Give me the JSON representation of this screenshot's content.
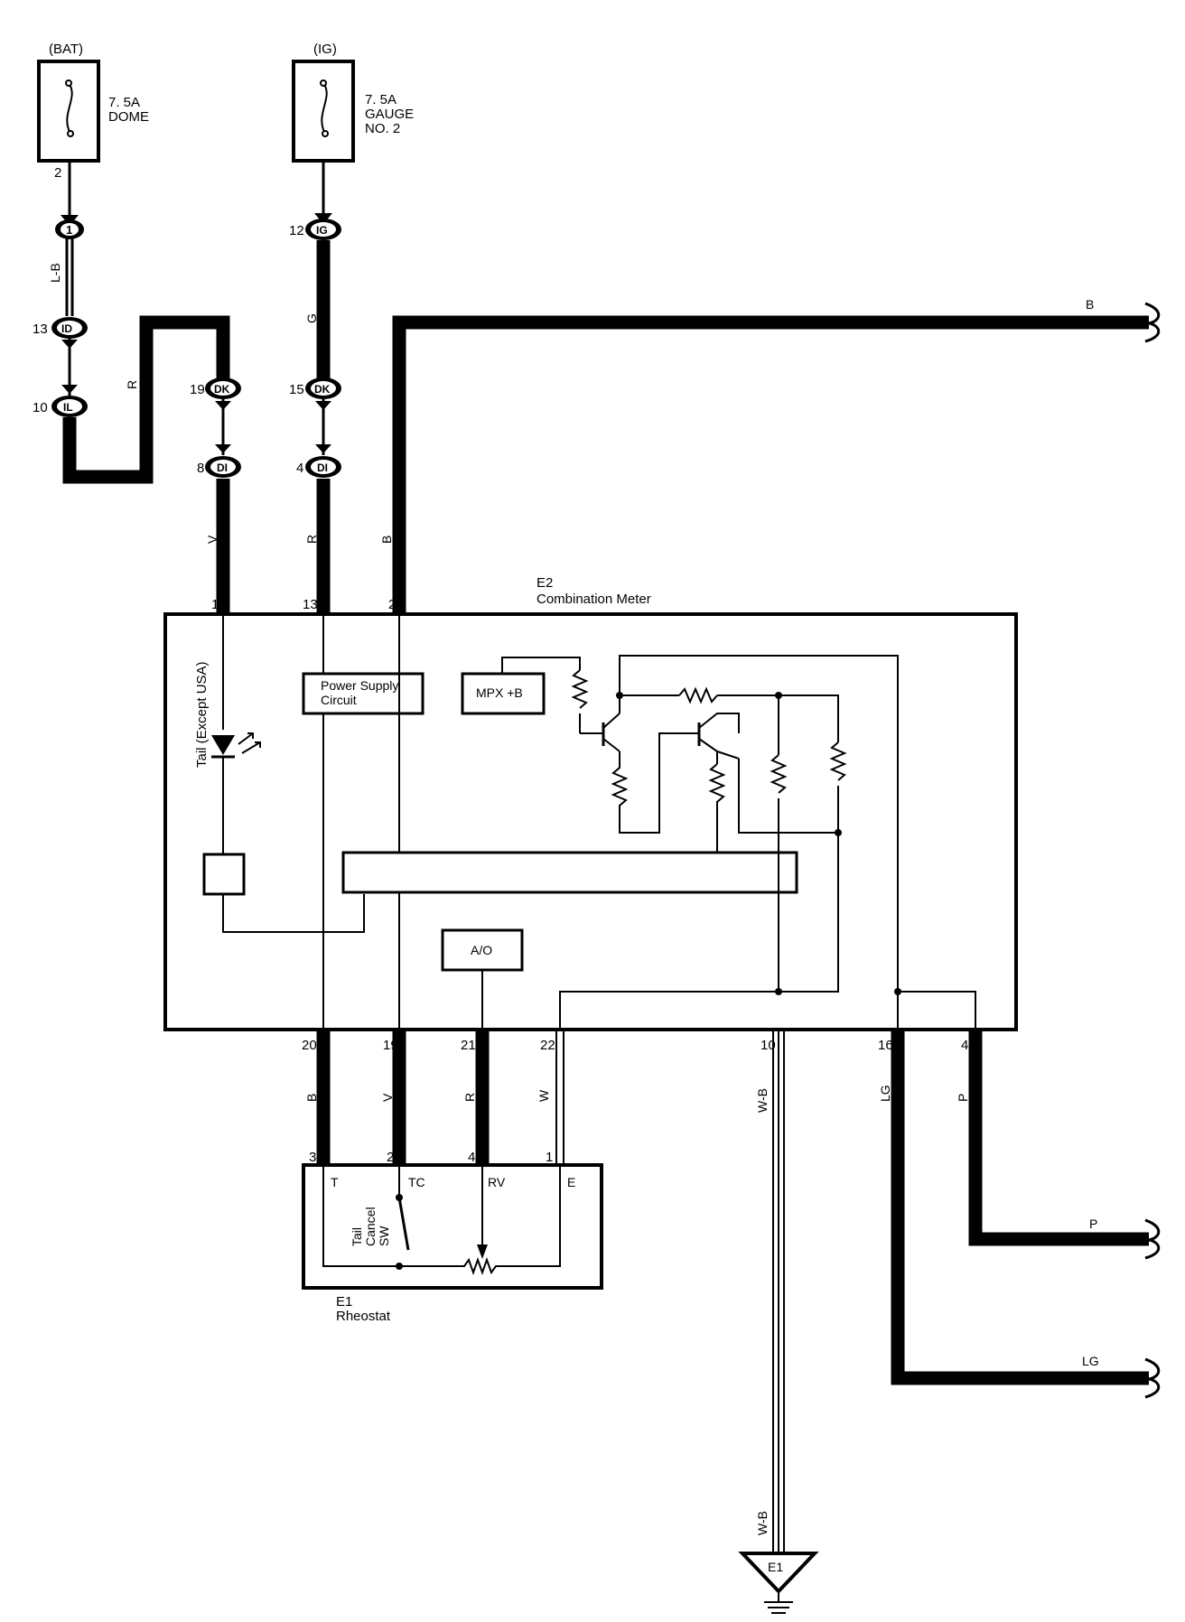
{
  "fuses": [
    {
      "source": "(BAT)",
      "rating": "7. 5A",
      "name_lines": [
        "DOME"
      ],
      "pin": "2"
    },
    {
      "source": "(IG)",
      "rating": "7. 5A",
      "name_lines": [
        "GAUGE",
        "NO. 2"
      ],
      "pin": ""
    }
  ],
  "connectors": [
    {
      "pin": "",
      "code": "1"
    },
    {
      "pin": "13",
      "code": "ID"
    },
    {
      "pin": "10",
      "code": "IL"
    },
    {
      "pin": "19",
      "code": "DK"
    },
    {
      "pin": "8",
      "code": "DI"
    },
    {
      "pin": "12",
      "code": "IG"
    },
    {
      "pin": "15",
      "code": "DK"
    },
    {
      "pin": "4",
      "code": "DI"
    }
  ],
  "wire_colors": {
    "dome": "L-B",
    "loop": "R",
    "tail_in": "V",
    "gauge_top": "G",
    "gauge_bottom": "R",
    "ground_b": "B",
    "ground_b_end": "B",
    "t": "B",
    "tc": "V",
    "rv": "R",
    "e": "W",
    "gnd": "W-B",
    "gnd_low": "W-B",
    "lg": "LG",
    "p": "P",
    "p_end": "P",
    "lg_end": "LG"
  },
  "combination_meter": {
    "id": "E2",
    "name": "Combination Meter",
    "top_pins": [
      "1",
      "13",
      "2"
    ],
    "bottom_pins": [
      "20",
      "19",
      "21",
      "22",
      "10",
      "16",
      "4"
    ],
    "tail_label": "Tail (Except USA)",
    "power_supply_lines": [
      "Power Supply",
      "Circuit"
    ],
    "mpx": "MPX +B",
    "ao": "A/O"
  },
  "rheostat": {
    "id": "E1",
    "name": "Rheostat",
    "pins": [
      "3",
      "2",
      "4",
      "1"
    ],
    "terminals": [
      "T",
      "TC",
      "RV",
      "E"
    ],
    "switch_lines": [
      "Tail",
      "Cancel",
      "SW"
    ]
  },
  "ground": {
    "code": "E1"
  },
  "colors": {
    "wire": "#000000",
    "background": "#ffffff"
  }
}
